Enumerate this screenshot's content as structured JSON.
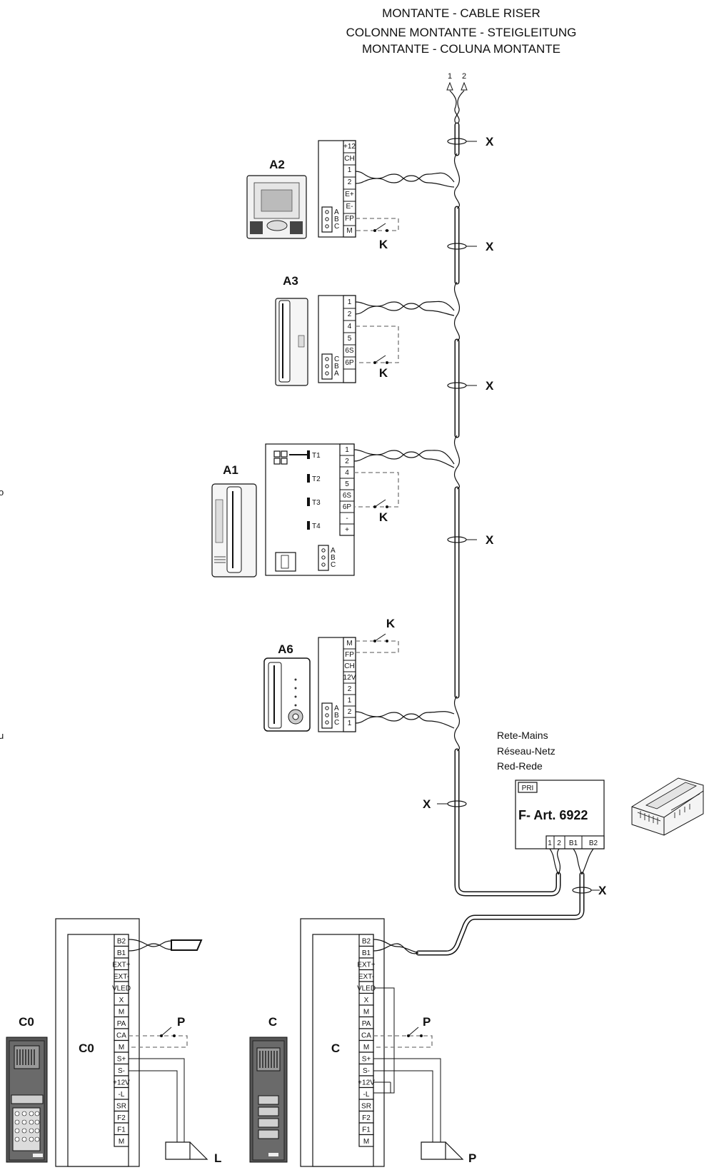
{
  "header": {
    "line1": "MONTANTE - CABLE RISER",
    "line2": "COLONNE MONTANTE - STEIGLEITUNG",
    "line3": "MONTANTE - COLUNA MONTANTE"
  },
  "riser_terminals": [
    "1",
    "2"
  ],
  "x_mark": "X",
  "k_mark": "K",
  "devices": {
    "a2": {
      "label": "A2",
      "terminals": [
        "+12",
        "CH",
        "1",
        "2",
        "E+",
        "E-",
        "FP",
        "M"
      ],
      "jumper": [
        "A",
        "B",
        "C"
      ]
    },
    "a3": {
      "label": "A3",
      "terminals": [
        "1",
        "2",
        "4",
        "5",
        "6S",
        "6P"
      ],
      "jumper": [
        "C",
        "B",
        "A"
      ]
    },
    "a1": {
      "label": "A1",
      "terminals": [
        "1",
        "2",
        "4",
        "5",
        "6S",
        "6P",
        "-",
        "+"
      ],
      "taps": [
        "T1",
        "T2",
        "T3",
        "T4"
      ],
      "jumper": [
        "A",
        "B",
        "C"
      ]
    },
    "a6": {
      "label": "A6",
      "terminals": [
        "M",
        "FP",
        "CH",
        "12V",
        "2",
        "1",
        "2",
        "1"
      ],
      "jumper": [
        "A",
        "B",
        "C"
      ]
    }
  },
  "power": {
    "mains": [
      "Rete-Mains",
      "Réseau-Netz",
      "Red-Rede"
    ],
    "pri": "PRI",
    "name": "F-  Art.  6922",
    "terminals": [
      "1",
      "2",
      "B1",
      "B2"
    ]
  },
  "panels": {
    "c0": {
      "label": "C0",
      "device_label": "C0",
      "load": "L",
      "switch": "P",
      "terminals": [
        "B2",
        "B1",
        "EXT+",
        "EXT-",
        "VLED",
        "X",
        "M",
        "PA",
        "CA",
        "M",
        "S+",
        "S-",
        "+12V",
        "-L",
        "SR",
        "F2",
        "F1",
        "M"
      ]
    },
    "c": {
      "label": "C",
      "device_label": "C",
      "load": "P",
      "switch": "P",
      "terminals": [
        "B2",
        "B1",
        "EXT+",
        "EXT-",
        "VLED",
        "X",
        "M",
        "PA",
        "CA",
        "M",
        "S+",
        "S-",
        "+12V",
        "-L",
        "SR",
        "F2",
        "F1",
        "M"
      ]
    }
  },
  "margin_fragments": [
    "o",
    "u"
  ]
}
